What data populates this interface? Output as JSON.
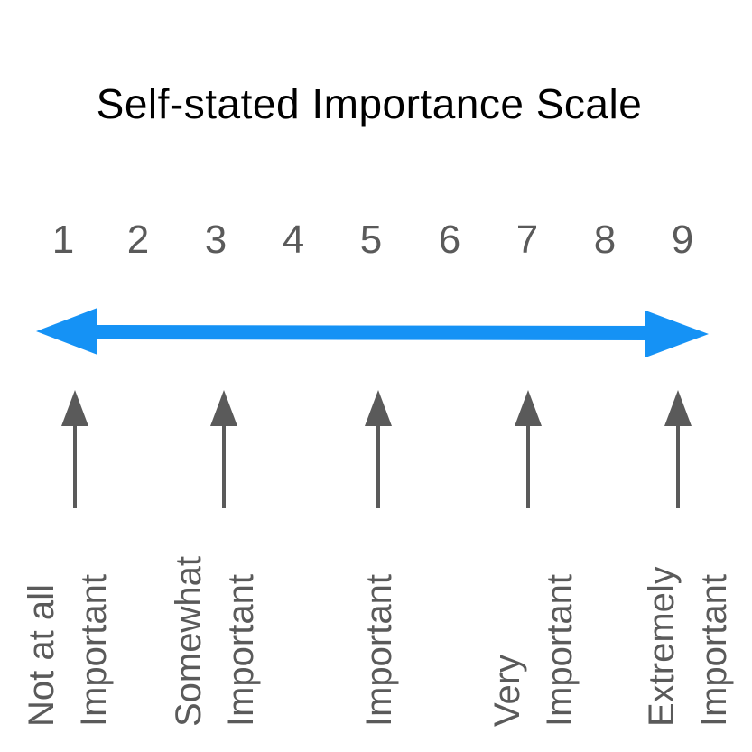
{
  "title": "Self-stated Importance Scale",
  "scale_numbers": [
    "1",
    "2",
    "3",
    "4",
    "5",
    "6",
    "7",
    "8",
    "9"
  ],
  "labels": [
    {
      "lines": [
        "Not at all",
        "Important"
      ]
    },
    {
      "lines": [
        "Somewhat",
        "Important"
      ]
    },
    {
      "lines": [
        "Important"
      ]
    },
    {
      "lines": [
        "Very",
        "Important"
      ]
    },
    {
      "lines": [
        "Extremely",
        "Important"
      ]
    }
  ],
  "colors": {
    "scale_arrow": "#1592f5",
    "pointer_arrow": "#5a5a5a",
    "text": "#5a5a5a",
    "title": "#000000"
  }
}
